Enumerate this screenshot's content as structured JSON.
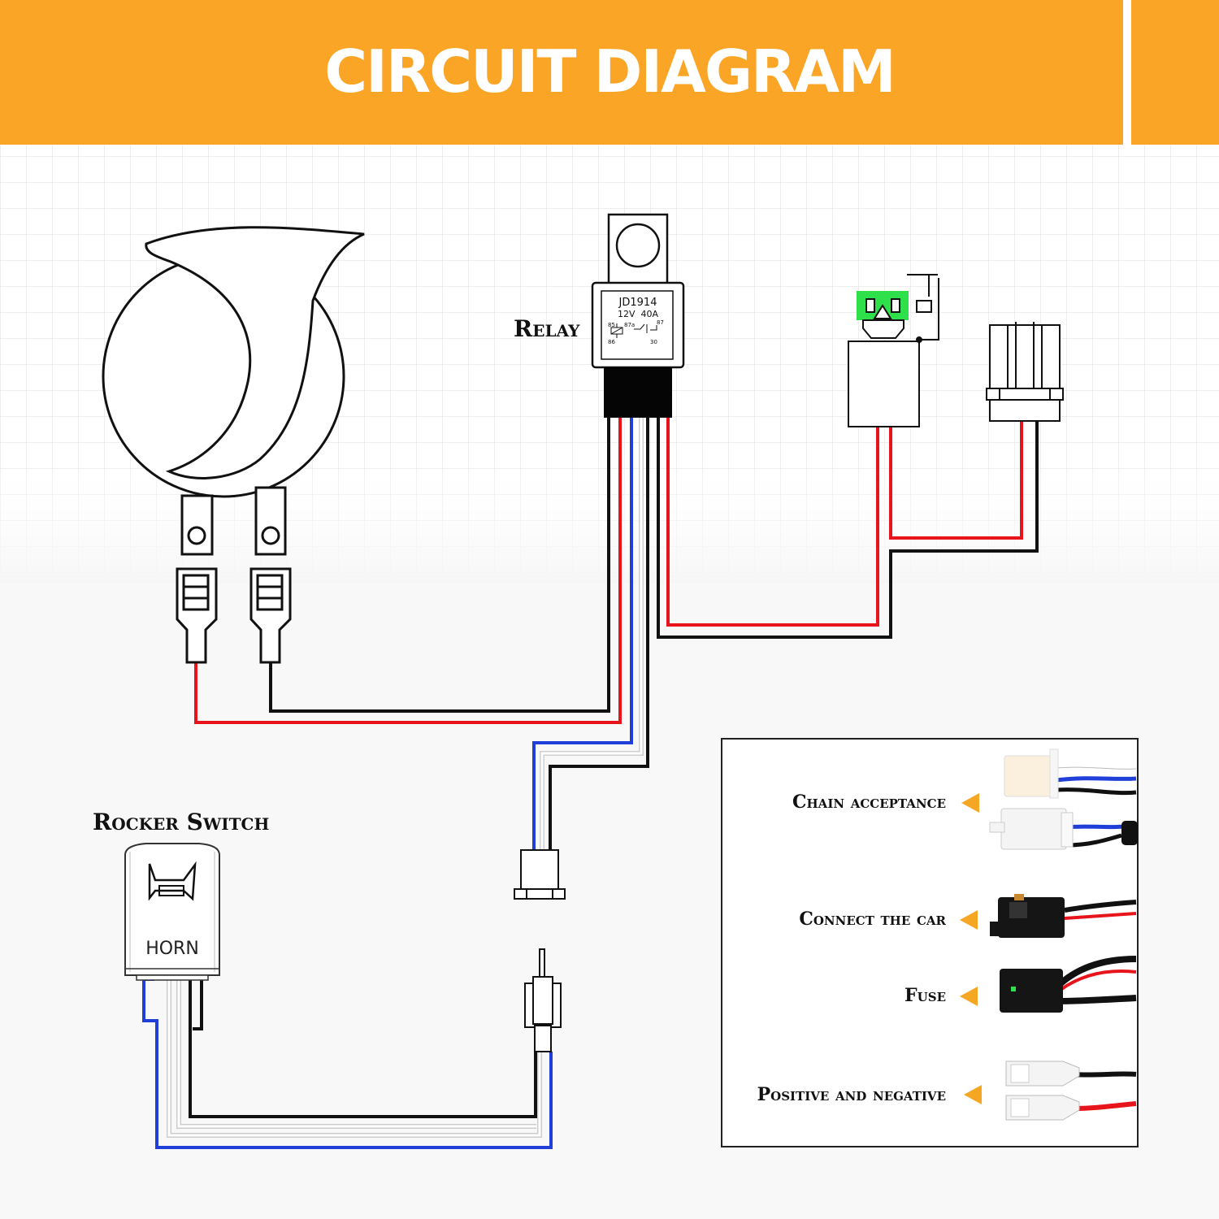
{
  "title": "CIRCUIT DIAGRAM",
  "colors": {
    "banner": "#FBA526",
    "wire_red": "#E8141B",
    "wire_black": "#111111",
    "wire_blue": "#1F3FD8",
    "wire_white": "#FFFFFF",
    "arrow": "#F5A623",
    "fuse_green": "#2EE04A"
  },
  "labels": {
    "relay": "Relay",
    "rocker_switch": "Rocker Switch"
  },
  "relay": {
    "model": "JD1914",
    "rating": "12V  40A",
    "pin_85": "85",
    "pin_86": "86",
    "pin_87a": "87a",
    "pin_87": "87",
    "pin_30": "30"
  },
  "switch": {
    "label": "HORN",
    "icon": "horn-icon"
  },
  "legend": {
    "items": [
      {
        "label": "Chain acceptance",
        "icon": "connector-plug-icon"
      },
      {
        "label": "Connect the car",
        "icon": "car-connector-icon"
      },
      {
        "label": "Fuse",
        "icon": "fuse-holder-icon"
      },
      {
        "label": "Positive and negative",
        "icon": "spade-terminal-icon"
      }
    ]
  }
}
